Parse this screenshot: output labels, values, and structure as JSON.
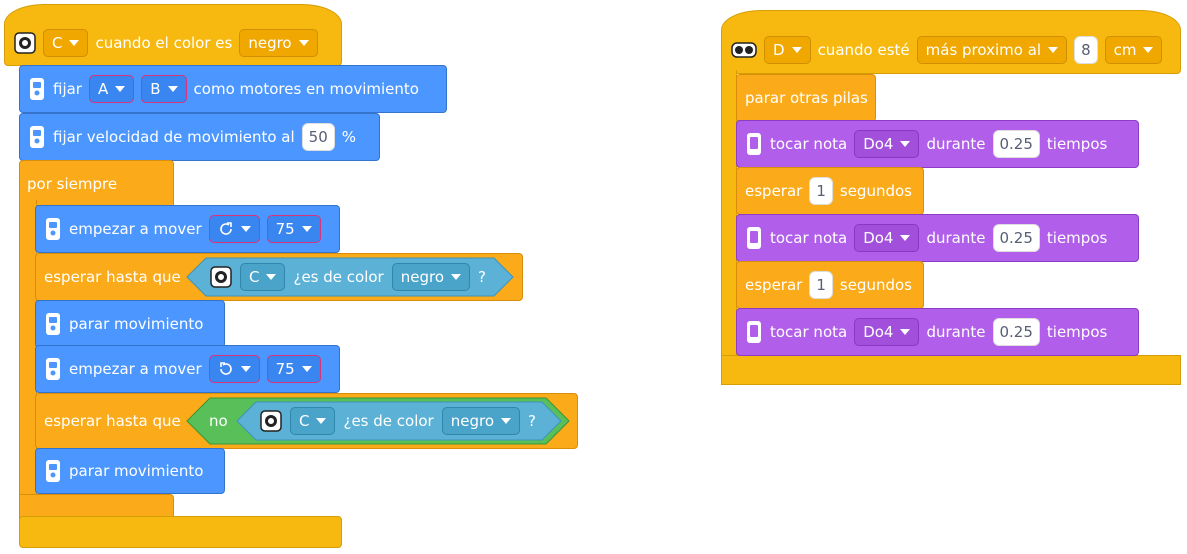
{
  "left_script": {
    "hat": {
      "port": "C",
      "label": "cuando el color es",
      "color": "negro"
    },
    "motor_pair": {
      "prefix": "fijar",
      "port_a": "A",
      "port_b": "B",
      "suffix": "como motores en movimiento"
    },
    "speed": {
      "label": "fijar velocidad de movimiento al",
      "value": "50",
      "unit": "%"
    },
    "forever": {
      "label": "por siempre"
    },
    "start_move_1": {
      "label": "empezar a mover",
      "direction_icon": "rotate-clockwise-icon",
      "speed": "75"
    },
    "wait_until_1": {
      "label": "esperar hasta que",
      "port": "C",
      "question": "¿es de color",
      "color": "negro",
      "mark": "?"
    },
    "stop_1": {
      "label": "parar movimiento"
    },
    "start_move_2": {
      "label": "empezar a mover",
      "direction_icon": "rotate-counterclockwise-icon",
      "speed": "75"
    },
    "wait_until_2": {
      "label": "esperar hasta que",
      "not": "no",
      "port": "C",
      "question": "¿es de color",
      "color": "negro",
      "mark": "?"
    },
    "stop_2": {
      "label": "parar movimiento"
    }
  },
  "right_script": {
    "hat": {
      "port": "D",
      "label": "cuando esté",
      "condition": "más proximo al",
      "distance": "8",
      "unit": "cm"
    },
    "stop_stacks": {
      "label": "parar otras pilas"
    },
    "notes": [
      {
        "label": "tocar nota",
        "note": "Do4",
        "during": "durante",
        "beats": "0.25",
        "unit": "tiempos"
      },
      {
        "label": "tocar nota",
        "note": "Do4",
        "during": "durante",
        "beats": "0.25",
        "unit": "tiempos"
      },
      {
        "label": "tocar nota",
        "note": "Do4",
        "during": "durante",
        "beats": "0.25",
        "unit": "tiempos"
      }
    ],
    "waits": [
      {
        "label": "esperar",
        "value": "1",
        "unit": "segundos"
      },
      {
        "label": "esperar",
        "value": "1",
        "unit": "segundos"
      }
    ]
  },
  "colors": {
    "events": "#f7b90f",
    "control": "#fbab19",
    "motors": "#4c97ff",
    "sound": "#b15eea",
    "sensors": "#5cb1d6",
    "operators": "#59c059"
  }
}
